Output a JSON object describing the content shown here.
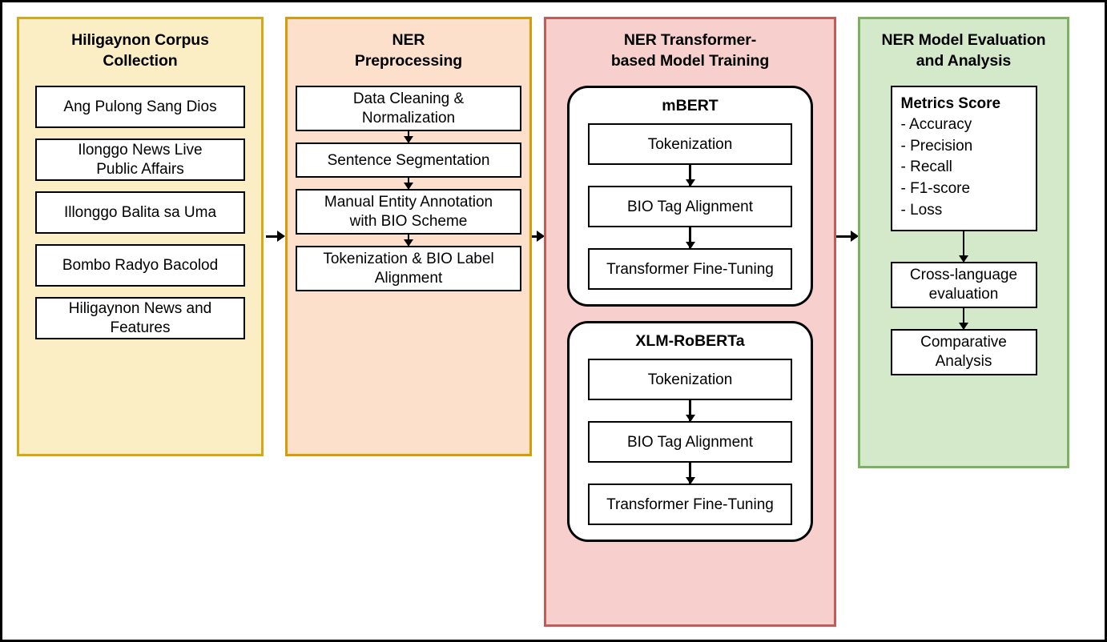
{
  "colors": {
    "corpus_fill": "#fceec4",
    "corpus_border": "#d6a818",
    "preprocess_fill": "#fde0cb",
    "preprocess_border": "#d99a08",
    "training_fill": "#f7cfcd",
    "training_border": "#c35b58",
    "evaluation_fill": "#d4e8ca",
    "evaluation_border": "#7cb15f",
    "box_fill": "#ffffff",
    "box_border": "#000000",
    "outer_border": "#000000"
  },
  "stages": {
    "corpus": {
      "title": "Hiligaynon Corpus\nCollection",
      "items": [
        "Ang Pulong Sang Dios",
        "Ilonggo News Live\nPublic Affairs",
        "Illonggo Balita sa Uma",
        "Bombo Radyo Bacolod",
        "Hiligaynon News and\nFeatures"
      ]
    },
    "preprocess": {
      "title": "NER\nPreprocessing",
      "steps": [
        "Data Cleaning &\nNormalization",
        "Sentence Segmentation",
        "Manual Entity Annotation\nwith BIO Scheme",
        "Tokenization & BIO Label\nAlignment"
      ]
    },
    "training": {
      "title": "NER Transformer-\nbased Model Training",
      "models": [
        {
          "name": "mBERT",
          "steps": [
            "Tokenization",
            "BIO Tag Alignment",
            "Transformer Fine-Tuning"
          ]
        },
        {
          "name": "XLM-RoBERTa",
          "steps": [
            "Tokenization",
            "BIO Tag Alignment",
            "Transformer Fine-Tuning"
          ]
        }
      ]
    },
    "evaluation": {
      "title": "NER Model Evaluation\nand Analysis",
      "metrics_heading": "Metrics Score",
      "metrics": [
        "- Accuracy",
        "- Precision",
        "- Recall",
        "- F1-score",
        "- Loss"
      ],
      "steps": [
        "Cross-language\nevaluation",
        "Comparative\nAnalysis"
      ]
    }
  },
  "connectors": {
    "corpus_to_preprocess": "arrow-right",
    "preprocess_to_training": "arrow-right",
    "training_to_evaluation": "arrow-right"
  }
}
